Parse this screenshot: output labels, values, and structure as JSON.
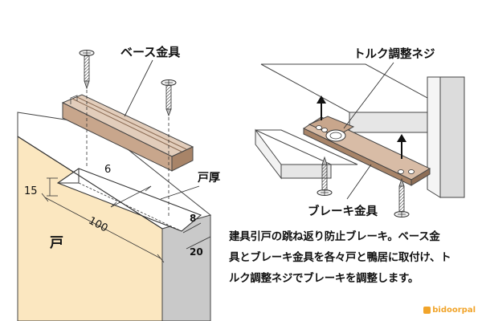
{
  "labels": {
    "base_fitting": "ベース金具",
    "door_thickness": "戸厚",
    "door": "戸",
    "torque_screw": "トルク調整ネジ",
    "brake_fitting": "ブレーキ金具"
  },
  "dimensions": {
    "d15": "15",
    "d6": "6",
    "d100": "100",
    "d8": "8",
    "d20": "20"
  },
  "description": {
    "line1": "建具引戸の跳ね返り防止ブレーキ。ベース金",
    "line2": "具とブレーキ金具を各々戸と鴨居に取付け、ト",
    "line3": "ルク調整ネジでブレーキを調整します。"
  },
  "brand": "bidoorpal",
  "colors": {
    "door_face": "#fbe7c0",
    "door_side": "#c9c9c9",
    "fitting": "#c8a68c",
    "brand": "#f1a42a"
  }
}
